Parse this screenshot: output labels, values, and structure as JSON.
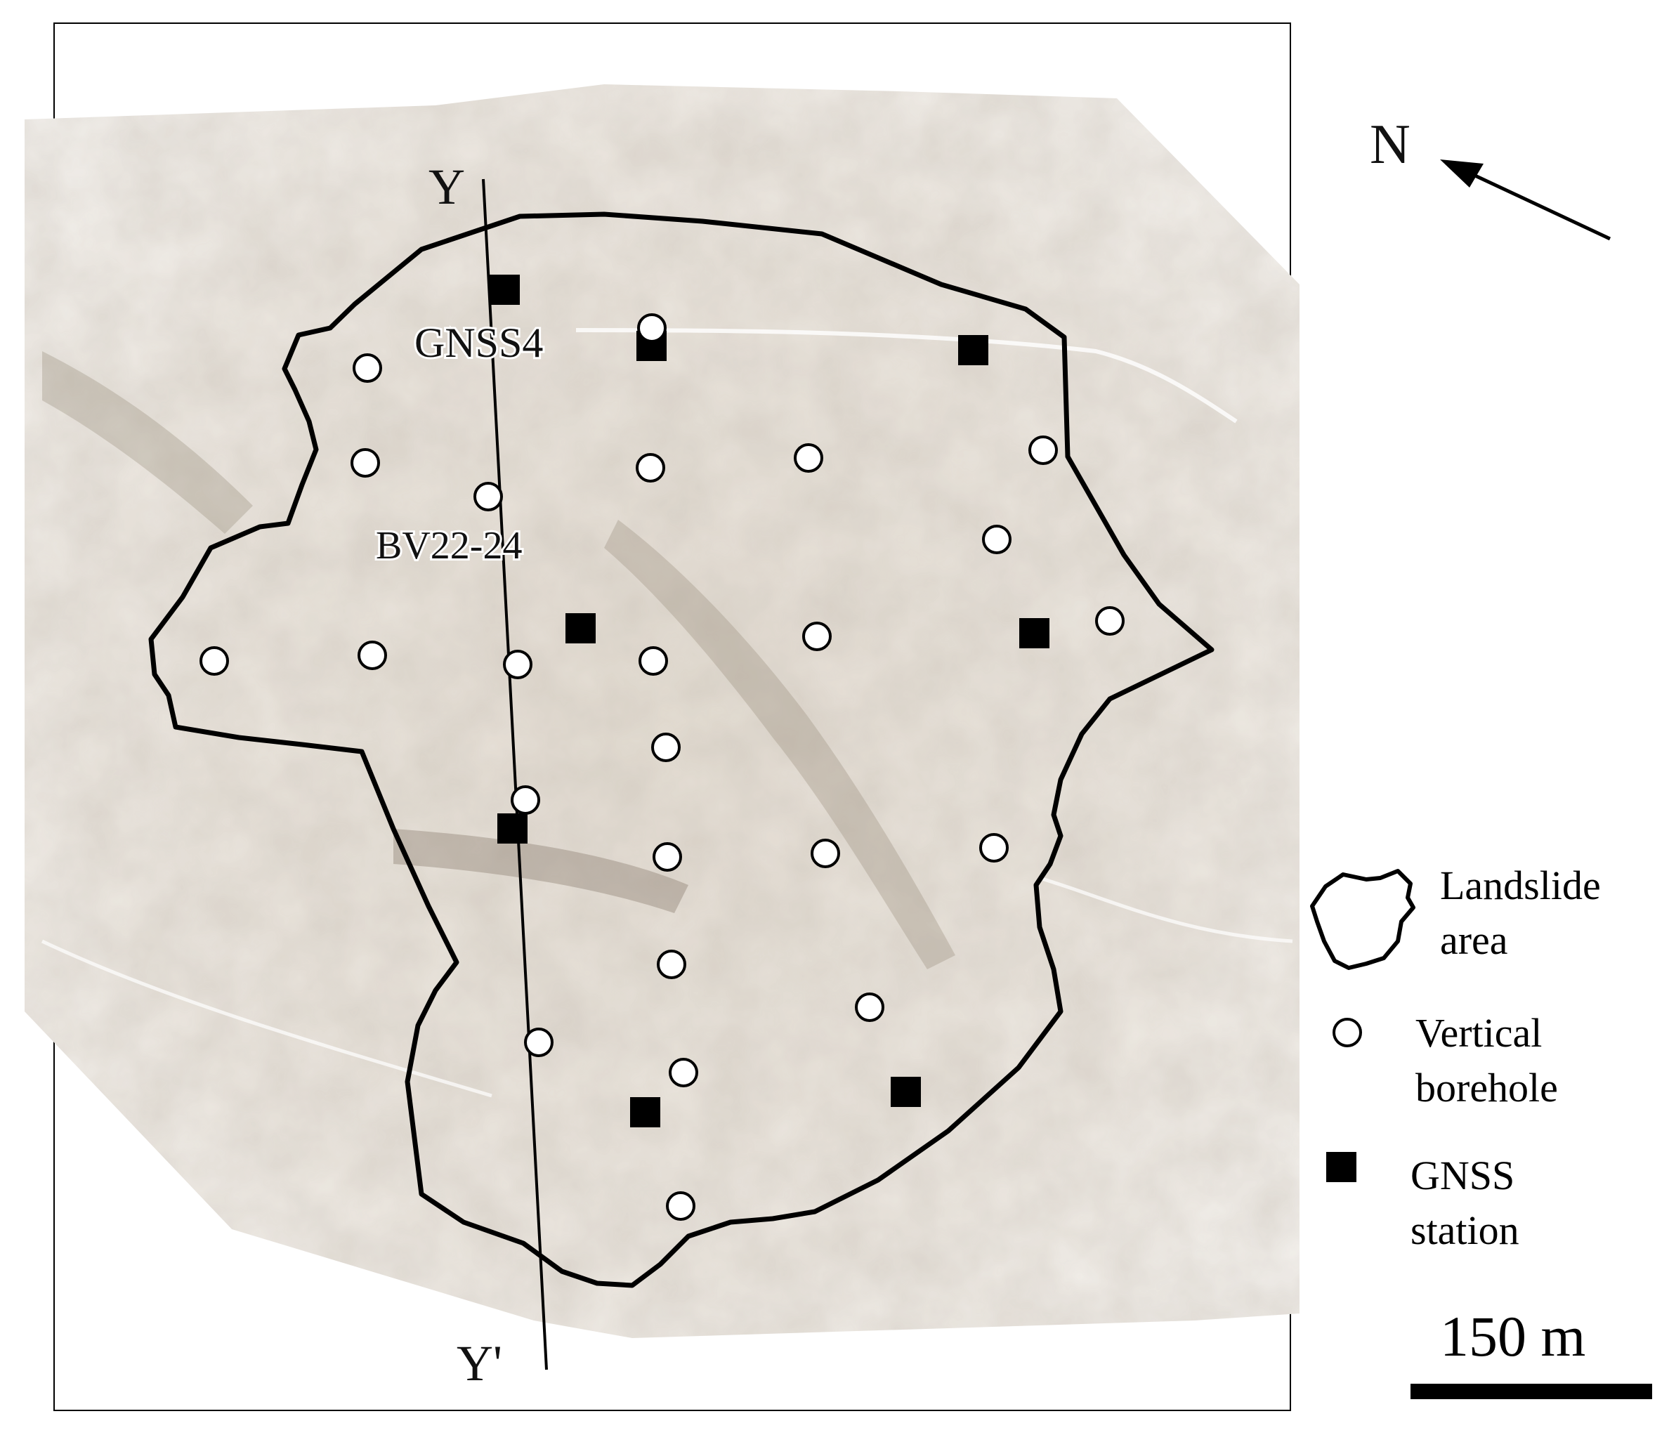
{
  "map": {
    "profile_start_label": "Y",
    "profile_end_label": "Y'",
    "gnss_label": "GNSS4",
    "borehole_label": "BV22-24",
    "north_label": "N",
    "scale_label": "150 m"
  },
  "legend": {
    "landslide": [
      "Landslide",
      "area"
    ],
    "borehole": [
      "Vertical",
      "borehole"
    ],
    "gnss": [
      "GNSS",
      "station"
    ]
  },
  "colors": {
    "terrain_light": "#efebe5",
    "terrain_dark": "#bdb3a5",
    "outline": "#000000",
    "marker_fill": "#ffffff"
  },
  "icons": [
    "north-arrow-icon",
    "landslide-outline-icon",
    "borehole-circle-icon",
    "gnss-square-icon"
  ]
}
